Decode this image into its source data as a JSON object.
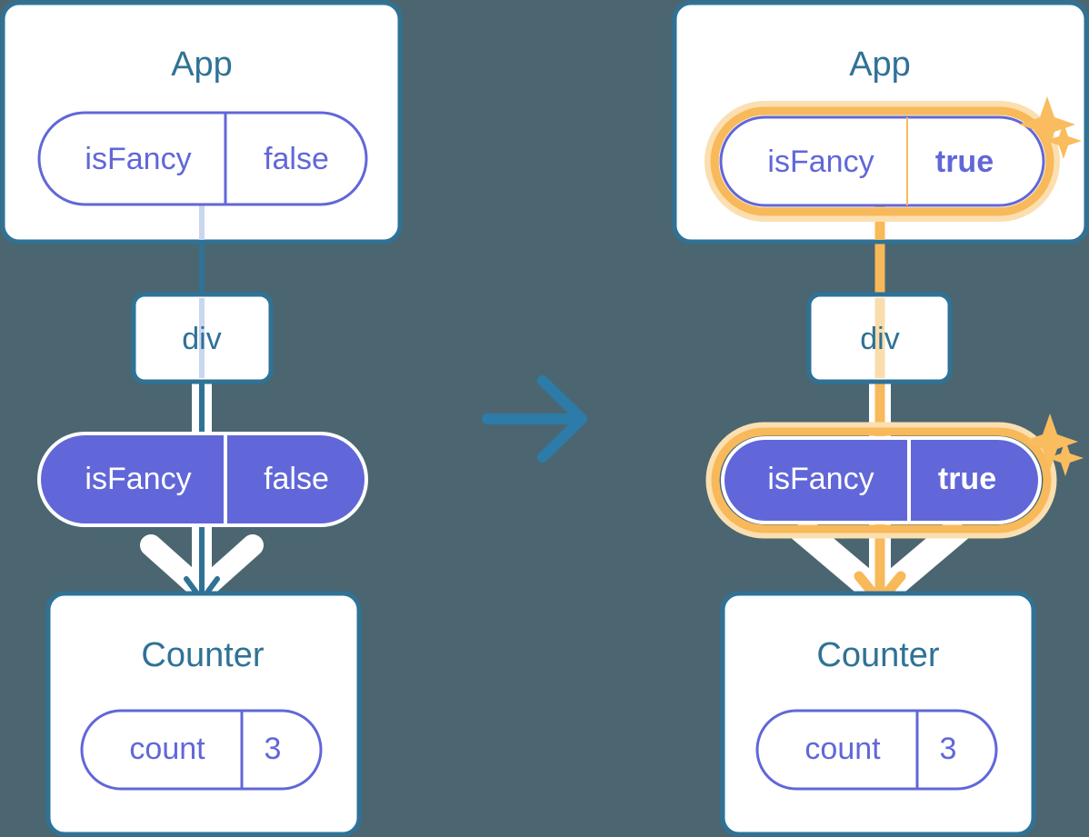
{
  "background_color": "#4b6670",
  "colors": {
    "box_border": "#2f7296",
    "title_text": "#2f7296",
    "pill_purple": "#6167d8",
    "highlight_orange": "#f8b95a",
    "highlight_orange_pale": "#fcdfb0",
    "white": "#ffffff",
    "mid_arrow": "#2d7ba8"
  },
  "left": {
    "name": "before-state",
    "app": {
      "title": "App",
      "state_pill": {
        "key": "isFancy",
        "value": "false",
        "style": "outline",
        "highlighted": false
      }
    },
    "div": {
      "tag": "div"
    },
    "prop_pill": {
      "key": "isFancy",
      "value": "false",
      "style": "filled",
      "highlighted": false
    },
    "counter": {
      "title": "Counter",
      "state_pill": {
        "key": "count",
        "value": "3",
        "style": "outline",
        "highlighted": false
      }
    }
  },
  "transition": {
    "name": "transition-arrow",
    "icon": "arrow-right-icon",
    "direction": "right"
  },
  "right": {
    "name": "after-state",
    "app": {
      "title": "App",
      "state_pill": {
        "key": "isFancy",
        "value": "true",
        "style": "outline",
        "highlighted": true
      }
    },
    "div": {
      "tag": "div"
    },
    "prop_pill": {
      "key": "isFancy",
      "value": "true",
      "style": "filled",
      "highlighted": true
    },
    "counter": {
      "title": "Counter",
      "state_pill": {
        "key": "count",
        "value": "3",
        "style": "outline",
        "highlighted": false
      }
    },
    "sparkles": [
      {
        "name": "sparkle-large-top",
        "size": "large"
      },
      {
        "name": "sparkle-small-top",
        "size": "small"
      },
      {
        "name": "sparkle-large-bottom",
        "size": "large"
      },
      {
        "name": "sparkle-small-bottom",
        "size": "small"
      }
    ]
  }
}
